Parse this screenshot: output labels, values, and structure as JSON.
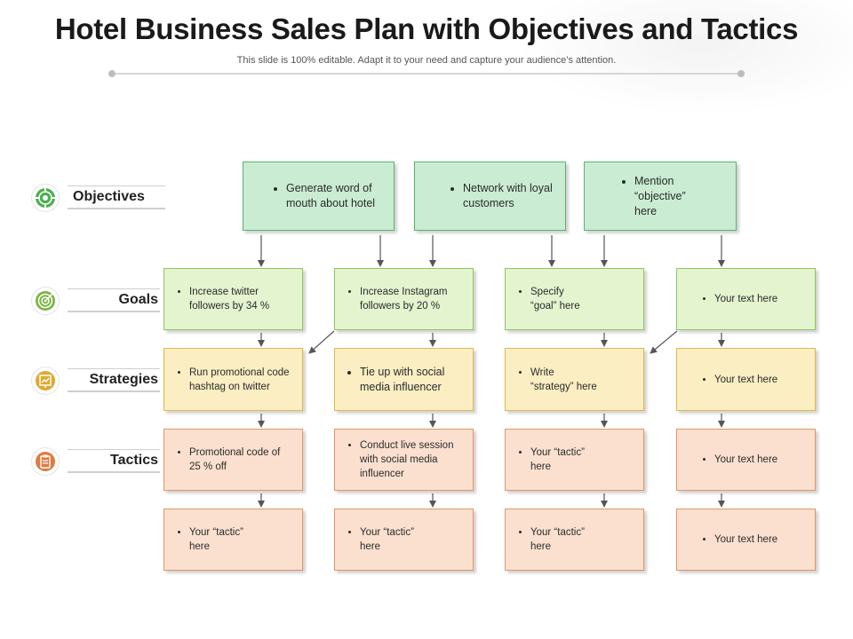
{
  "title": "Hotel Business Sales Plan with Objectives and Tactics",
  "subtitle": "This slide is 100% editable. Adapt it to your need and capture your audience’s attention.",
  "rows": {
    "objectives": "Objectives",
    "goals": "Goals",
    "strategies": "Strategies",
    "tactics": "Tactics"
  },
  "colors": {
    "objectives_icon": "#4caf50",
    "goals_icon": "#7cb342",
    "strategies_icon": "#e0a82e",
    "tactics_icon": "#e07a3f"
  },
  "objectives": [
    "Generate word of mouth about hotel",
    "Network with loyal customers",
    "Mention “objective” here"
  ],
  "goals": [
    "Increase twitter followers by 34 %",
    "Increase Instagram followers by 20 %",
    "Specify “goal” here",
    "Your text here"
  ],
  "strategies": [
    "Run promotional code hashtag on twitter",
    "Tie up with social media influencer",
    "Write “strategy” here",
    "Your text here"
  ],
  "tactics_1": [
    "Promotional code of 25 % off",
    "Conduct live session with social media influencer",
    "Your “tactic” here",
    "Your text here"
  ],
  "tactics_2": [
    "Your “tactic” here",
    "Your “tactic” here",
    "Your “tactic” here",
    "Your text here"
  ]
}
